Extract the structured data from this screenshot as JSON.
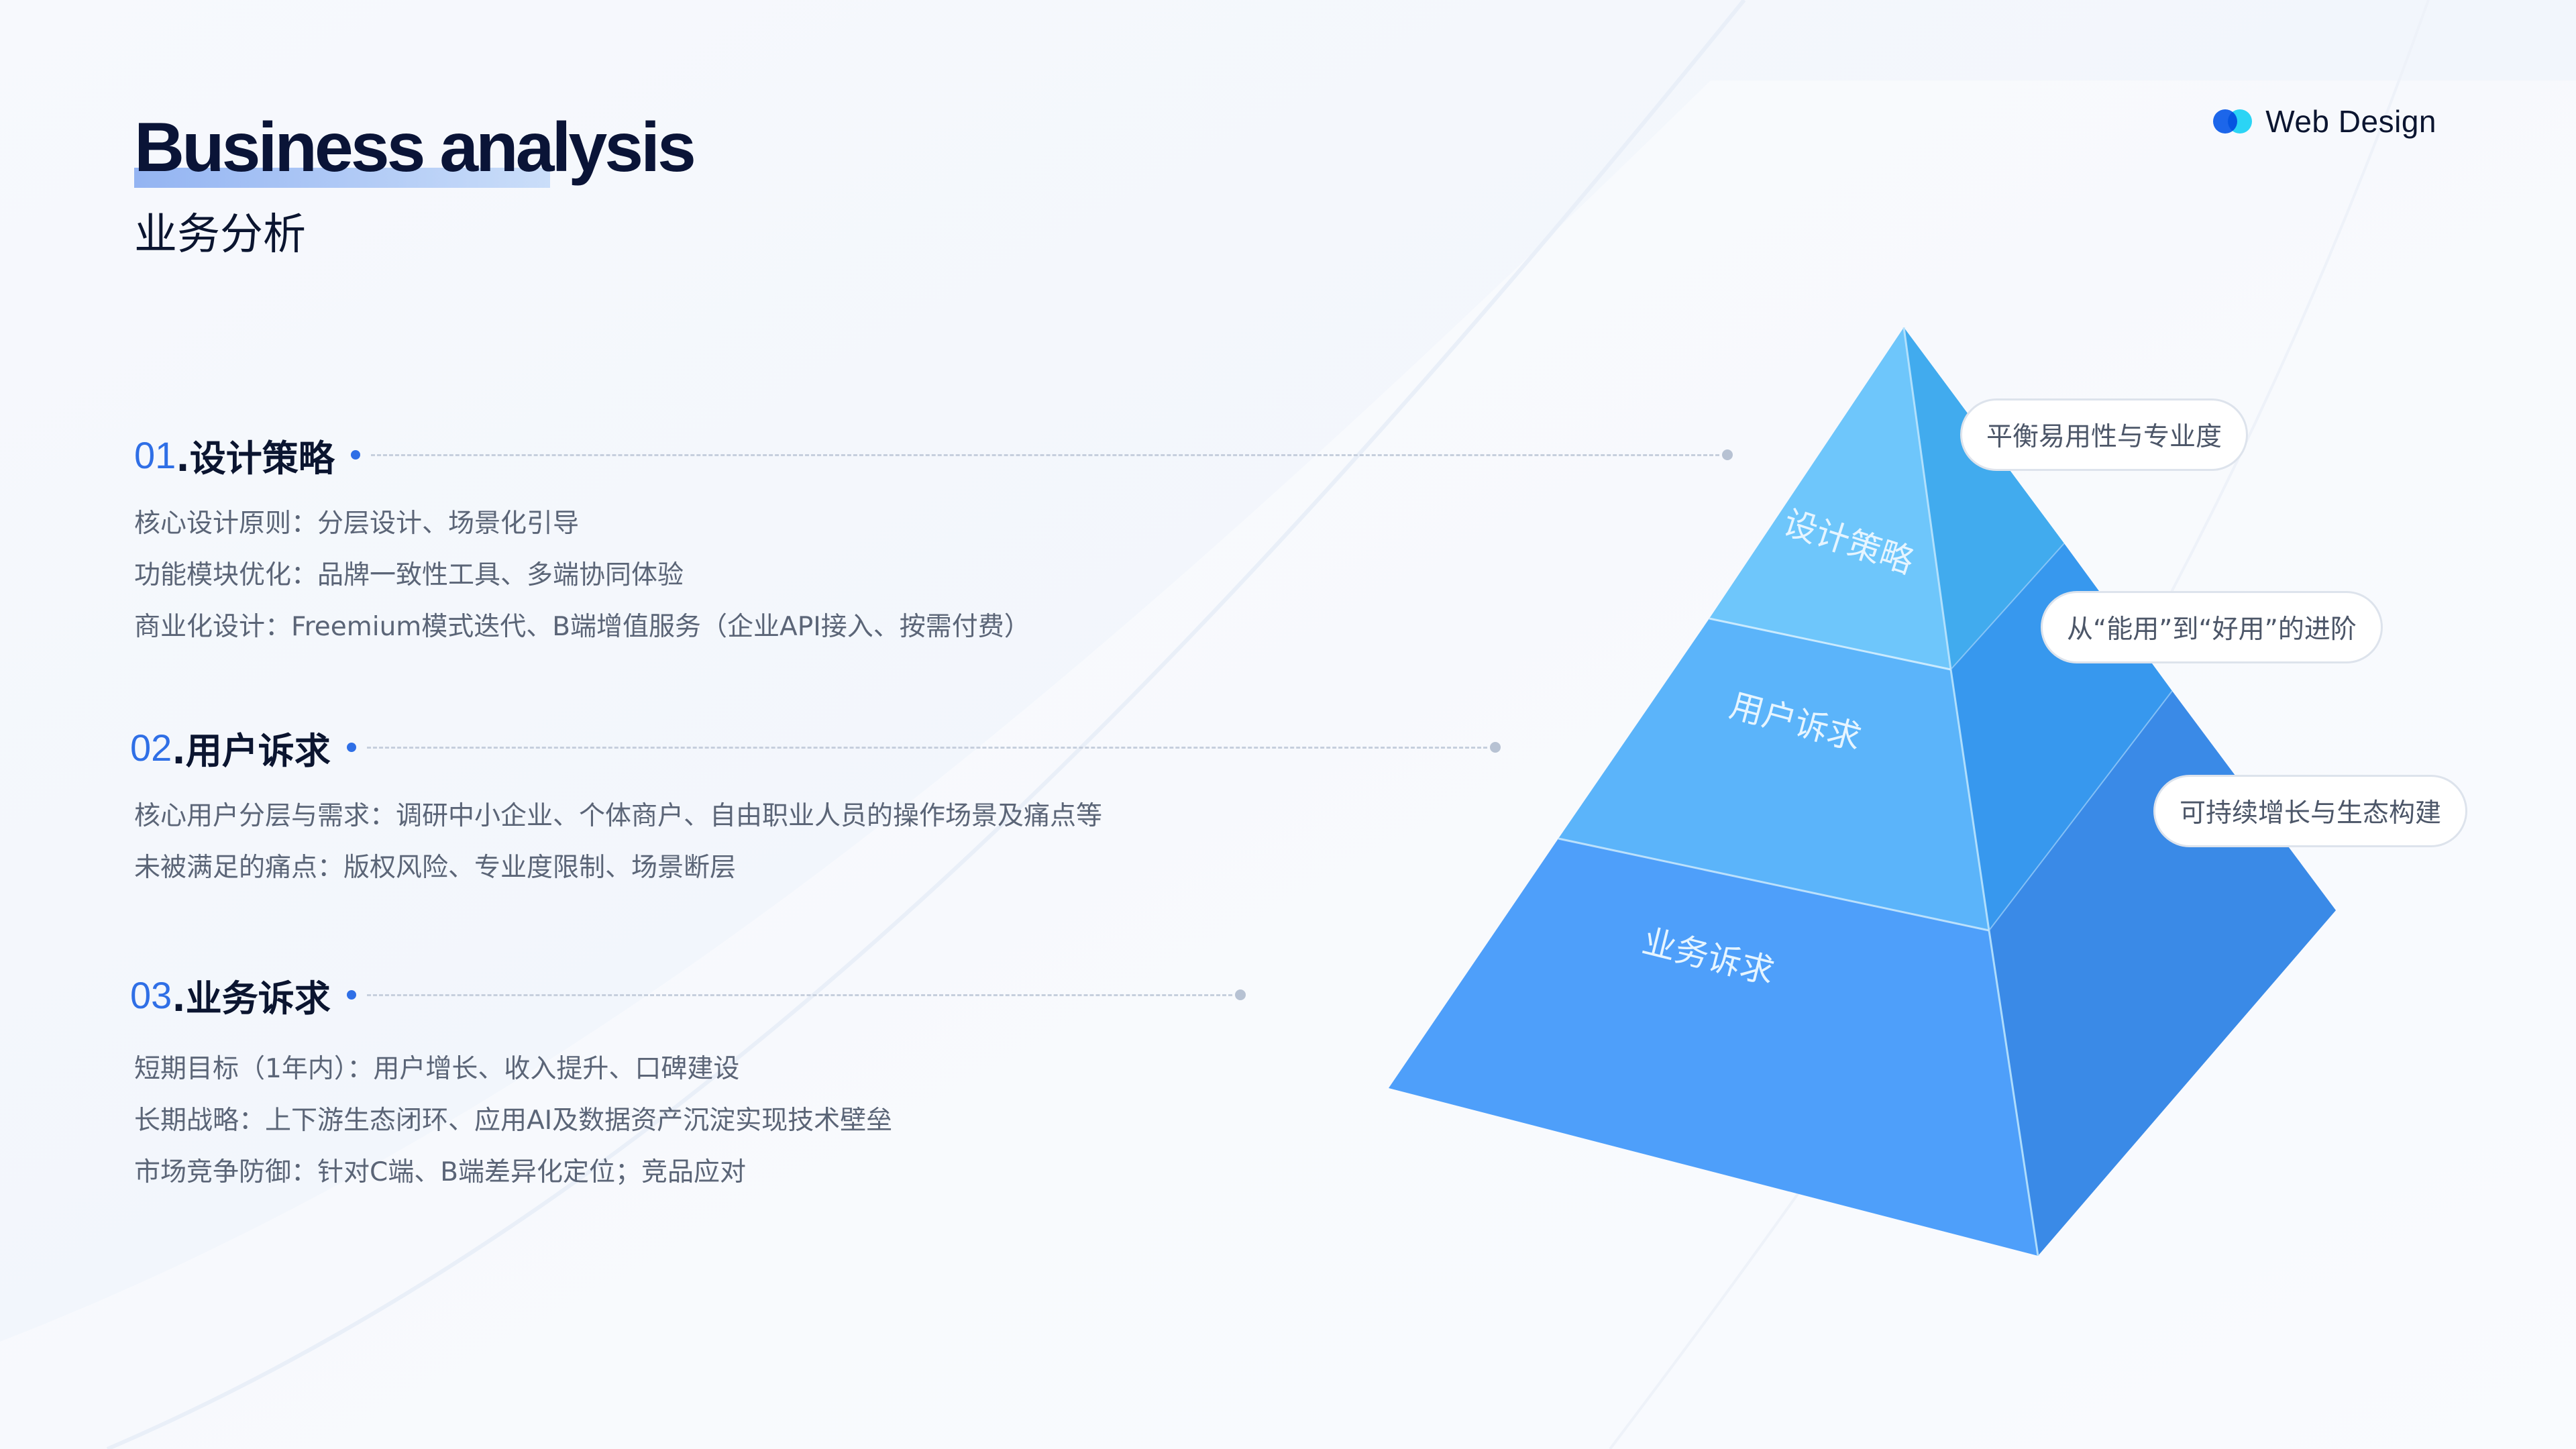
{
  "header": {
    "title": "Business analysis",
    "subtitle": "业务分析"
  },
  "brand": {
    "name": "Web Design",
    "logo_colors": [
      "#1c66ea",
      "#2bd4f5"
    ]
  },
  "sections": [
    {
      "number": "01",
      "title": ".设计策略",
      "items": [
        "核心设计原则：分层设计、场景化引导",
        "功能模块优化：品牌一致性工具、多端协同体验",
        "商业化设计：Freemium模式迭代、B端增值服务（企业API接入、按需付费）"
      ]
    },
    {
      "number": "02",
      "title": ".用户诉求",
      "items": [
        "核心用户分层与需求：调研中小企业、个体商户、自由职业人员的操作场景及痛点等",
        "未被满足的痛点：版权风险、专业度限制、场景断层"
      ]
    },
    {
      "number": "03",
      "title": ".业务诉求",
      "items": [
        "短期目标（1年内）：用户增长、收入提升、口碑建设",
        "长期战略：上下游生态闭环、应用AI及数据资产沉淀实现技术壁垒",
        "市场竞争防御：针对C端、B端差异化定位；竞品应对"
      ]
    }
  ],
  "pyramid": {
    "layers": [
      {
        "label": "设计策略",
        "level": "top"
      },
      {
        "label": "用户诉求",
        "level": "middle"
      },
      {
        "label": "业务诉求",
        "level": "bottom"
      }
    ],
    "colors": {
      "front": [
        "#6ec6fb",
        "#5bb4fa",
        "#4e9ffa"
      ],
      "side": [
        "#41abee",
        "#3798ee",
        "#3a8ae7"
      ]
    }
  },
  "callouts": [
    "平衡易用性与专业度",
    "从“能用”到“好用”的进阶",
    "可持续增长与生态构建"
  ],
  "accent_color": "#2f6fe6"
}
